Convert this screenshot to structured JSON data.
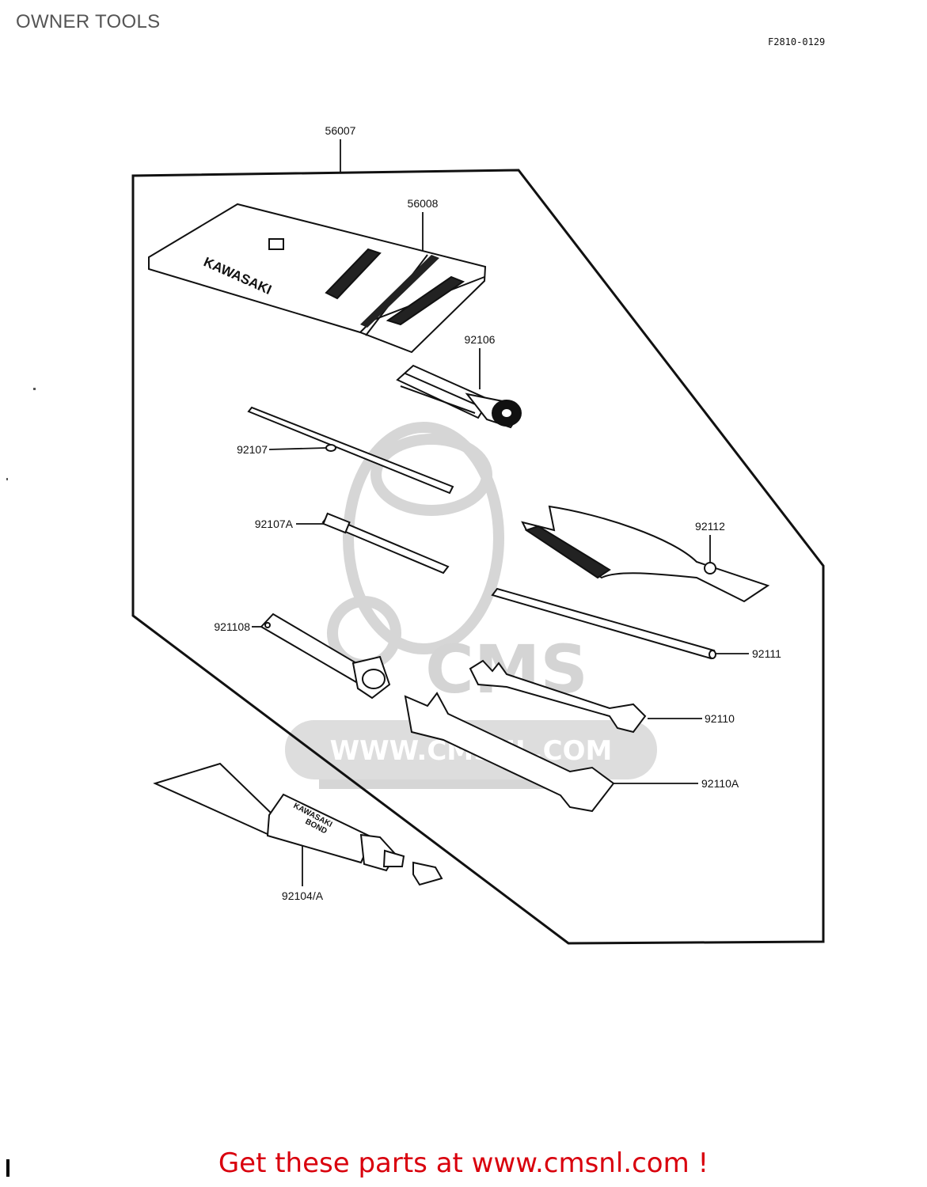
{
  "page": {
    "title": "OWNER TOOLS",
    "diagram_code": "F2810-0129"
  },
  "watermark": {
    "logo_text": "CMS",
    "url_text": "WWW.CMSNL.COM"
  },
  "parts": [
    {
      "number": "56007",
      "name": "tool kit assembly"
    },
    {
      "number": "56008",
      "name": "tool bag"
    },
    {
      "number": "92106",
      "name": "screwdriver handle"
    },
    {
      "number": "92107",
      "name": "screwdriver bit"
    },
    {
      "number": "92107A",
      "name": "screwdriver bit"
    },
    {
      "number": "92112",
      "name": "pliers"
    },
    {
      "number": "921108",
      "name": "spark plug wrench"
    },
    {
      "number": "92111",
      "name": "tommy bar"
    },
    {
      "number": "92110",
      "name": "open-end wrench"
    },
    {
      "number": "92110A",
      "name": "open-end wrench"
    },
    {
      "number": "92104/A",
      "name": "bond tube"
    }
  ],
  "tool_markings": {
    "bag_brand": "KAWASAKI",
    "tube_line1": "KAWASAKI",
    "tube_line2": "BOND"
  },
  "cta": {
    "text": "Get these parts at www.cmsnl.com !",
    "color": "#d9000d"
  }
}
